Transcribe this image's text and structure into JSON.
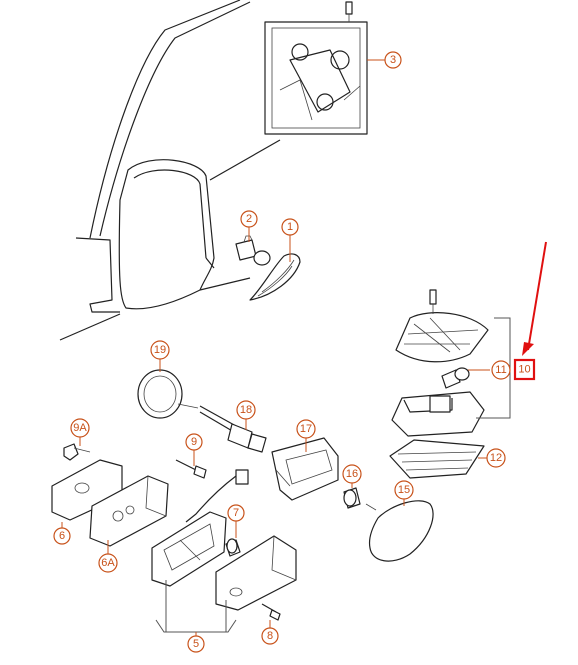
{
  "diagram": {
    "callouts": [
      {
        "id": "1",
        "label": "1"
      },
      {
        "id": "2",
        "label": "2"
      },
      {
        "id": "3",
        "label": "3"
      },
      {
        "id": "5",
        "label": "5"
      },
      {
        "id": "6",
        "label": "6"
      },
      {
        "id": "6a",
        "label": "6A"
      },
      {
        "id": "7",
        "label": "7"
      },
      {
        "id": "8",
        "label": "8"
      },
      {
        "id": "9",
        "label": "9"
      },
      {
        "id": "9a",
        "label": "9A"
      },
      {
        "id": "10",
        "label": "10"
      },
      {
        "id": "11",
        "label": "11"
      },
      {
        "id": "12",
        "label": "12"
      },
      {
        "id": "15",
        "label": "15"
      },
      {
        "id": "16",
        "label": "16"
      },
      {
        "id": "17",
        "label": "17"
      },
      {
        "id": "18",
        "label": "18"
      },
      {
        "id": "19",
        "label": "19"
      }
    ],
    "highlighted_callout": "10",
    "colors": {
      "callout": "#c8521a",
      "highlight": "#e01010",
      "line": "#222222"
    }
  }
}
